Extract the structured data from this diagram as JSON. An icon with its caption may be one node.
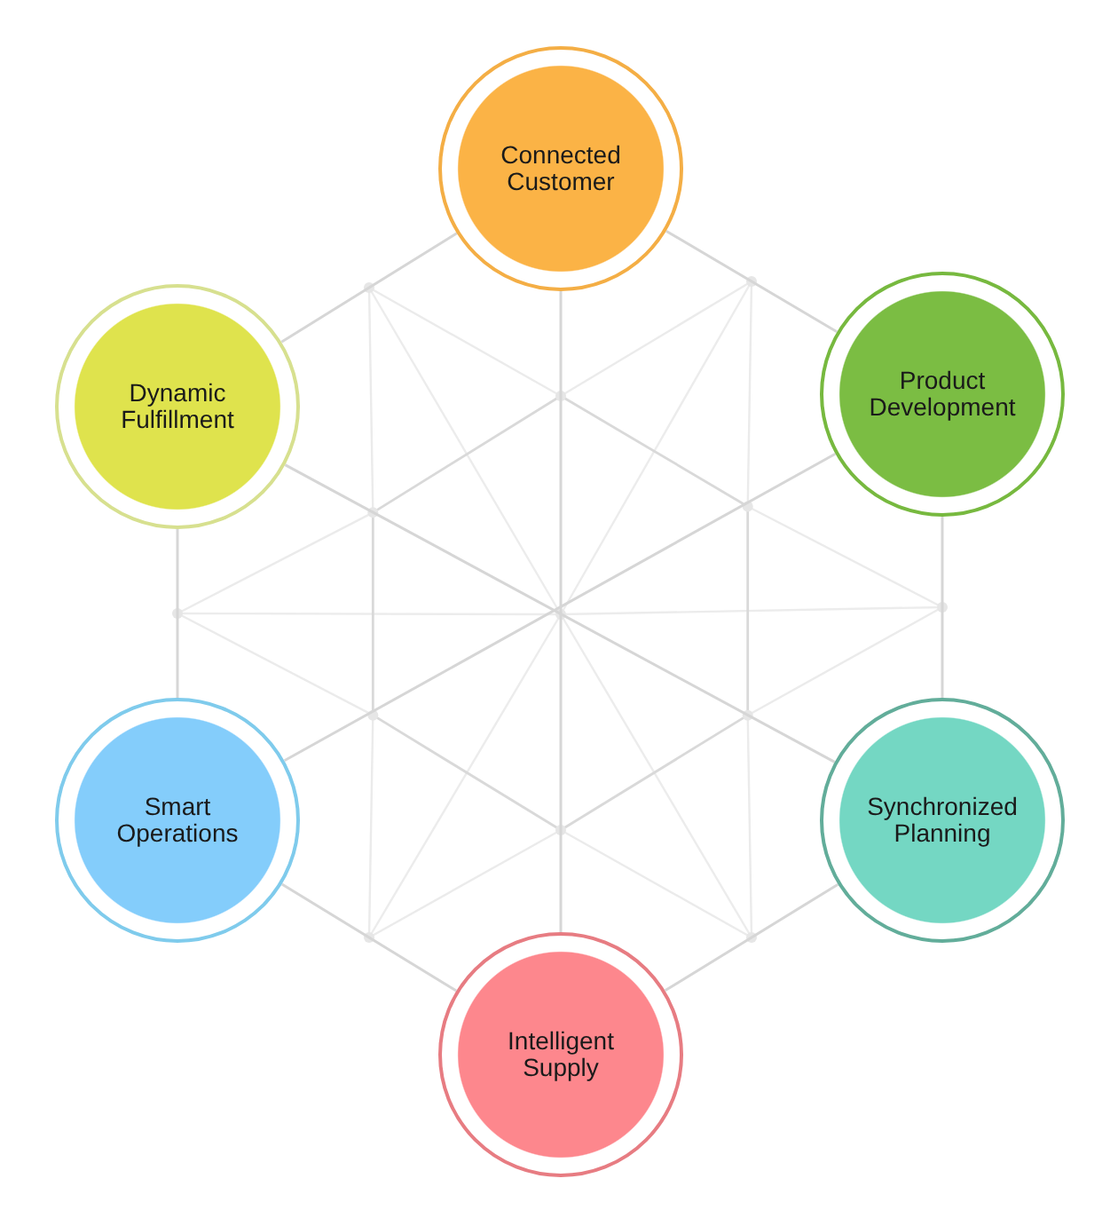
{
  "diagram": {
    "nodes": [
      {
        "text": [
          "Connected Customer"
        ]
      },
      {
        "text": [
          "Product Development"
        ]
      },
      {
        "text": [
          "Synchronized Planning"
        ]
      },
      {
        "text": [
          "Intelligent Supply"
        ]
      },
      {
        "text": [
          "Smart Operations"
        ]
      },
      {
        "text": [
          "Dynamic Fulfillment"
        ]
      }
    ],
    "edges": [
      {
        "from": 0,
        "to": 1,
        "arrow": "none"
      },
      {
        "from": 1,
        "to": 2,
        "arrow": "none"
      },
      {
        "from": 2,
        "to": 3,
        "arrow": "none"
      },
      {
        "from": 3,
        "to": 4,
        "arrow": "none"
      },
      {
        "from": 4,
        "to": 5,
        "arrow": "none"
      },
      {
        "from": 5,
        "to": 0,
        "arrow": "none"
      },
      {
        "from": 0,
        "to": 3,
        "arrow": "none"
      },
      {
        "from": 1,
        "to": 4,
        "arrow": "none"
      },
      {
        "from": 5,
        "to": 2,
        "arrow": "none"
      }
    ]
  }
}
